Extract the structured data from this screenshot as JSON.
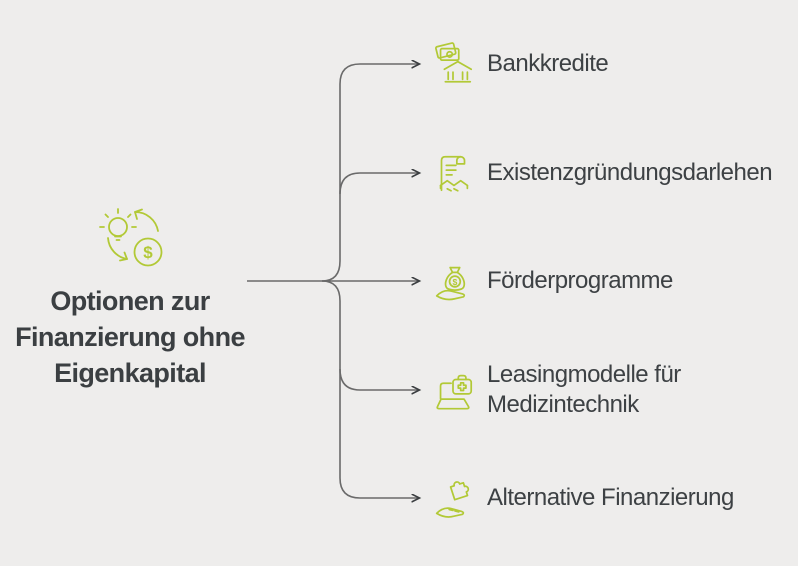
{
  "diagram": {
    "central": {
      "title_lines": [
        "Optionen zur",
        "Finanzierung ohne",
        "Eigenkapital"
      ],
      "icon": "idea-to-money-cycle-icon"
    },
    "branches": [
      {
        "label": "Bankkredite",
        "icon": "bank-credit-icon"
      },
      {
        "label": "Existenzgründungsdarlehen",
        "icon": "startup-loan-contract-icon"
      },
      {
        "label": "Förderprogramme",
        "icon": "hand-money-bag-icon"
      },
      {
        "label": "Leasingmodelle für\nMedizintechnik",
        "icon": "laptop-medical-kit-icon"
      },
      {
        "label": "Alternative Finanzierung",
        "icon": "hand-puzzle-icon"
      }
    ],
    "colors": {
      "background": "#eeedec",
      "icon_green": "#b2c936",
      "connector_gray": "#6a6a6a",
      "arrowhead_dark": "#3a3d40",
      "text_dark": "#3b3f42"
    }
  }
}
